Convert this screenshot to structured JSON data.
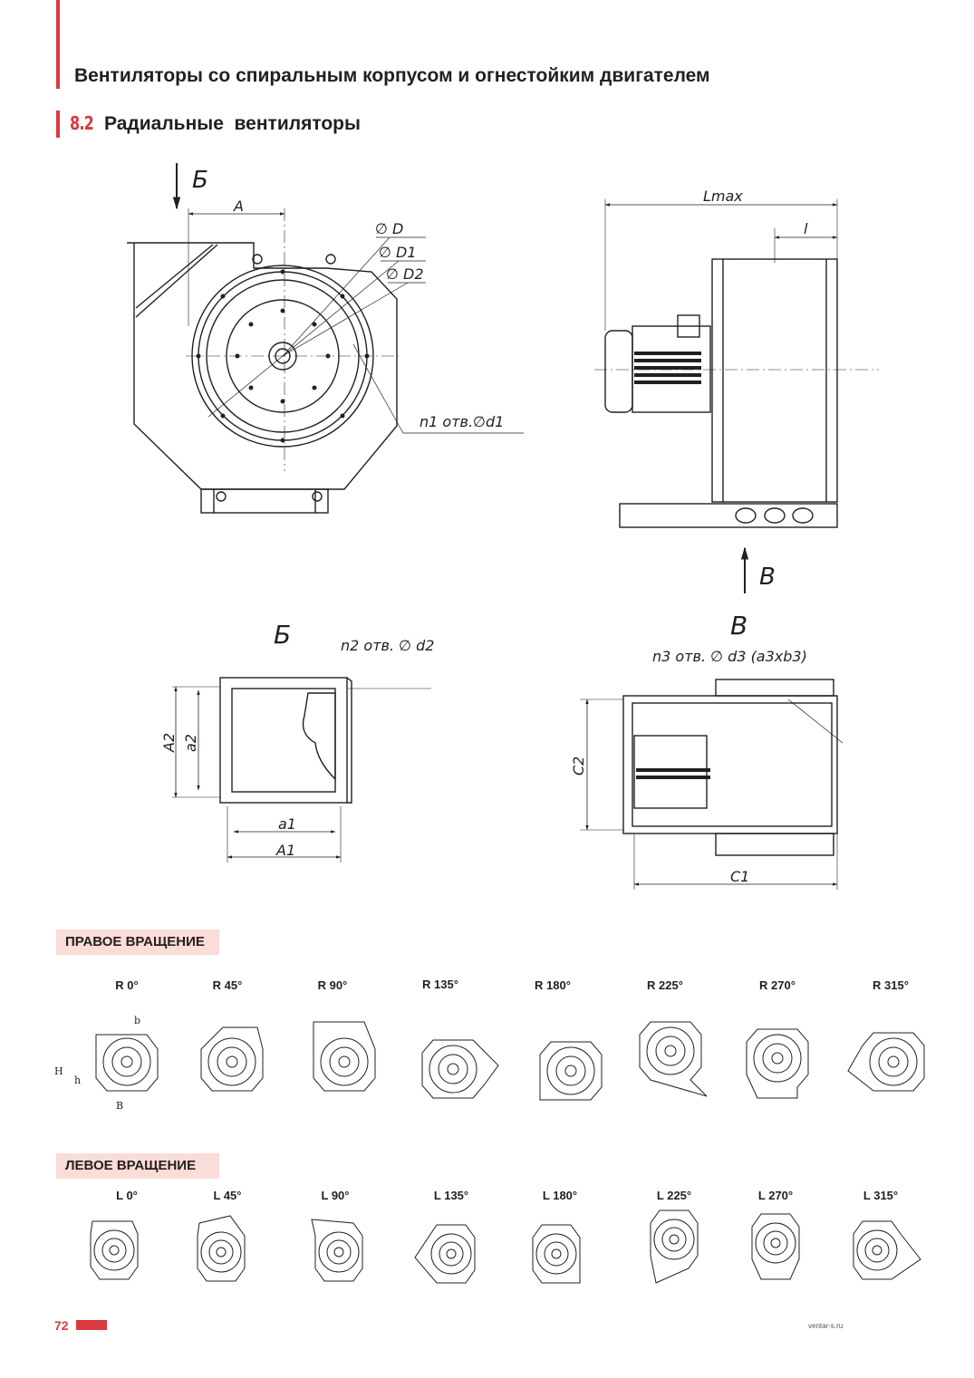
{
  "header": {
    "title": "Вентиляторы со спиральным корпусом и огнестойким двигателем",
    "section_number": "8.2",
    "section_title": "Радиальные  вентиляторы"
  },
  "drawing_labels": {
    "view_b_arrow": "Б",
    "dim_A": "A",
    "dim_D": "∅ D",
    "dim_D1": "∅ D1",
    "dim_D2": "∅ D2",
    "holes_n1": "n1 отв.∅d1",
    "dim_Lmax": "Lmax",
    "dim_l": "l",
    "view_v_arrow": "В",
    "view_b_title": "Б",
    "holes_n2": "n2 отв. ∅ d2",
    "dim_A2": "A2",
    "dim_a2": "a2",
    "dim_a1": "a1",
    "dim_A1": "A1",
    "view_v_title": "В",
    "holes_n3": "n3 отв. ∅ d3 (a3xb3)",
    "dim_C2": "C2",
    "dim_C1": "C1"
  },
  "right_rotation": {
    "title": "ПРАВОЕ ВРАЩЕНИЕ",
    "labels": [
      "R 0°",
      "R 45°",
      "R 90°",
      "R 135°",
      "R 180°",
      "R 225°",
      "R 270°",
      "R 315°"
    ],
    "dim_H": "H",
    "dim_h": "h",
    "dim_b": "b",
    "dim_B": "B"
  },
  "left_rotation": {
    "title": "ЛЕВОЕ ВРАЩЕНИЕ",
    "labels": [
      "L 0°",
      "L 45°",
      "L 90°",
      "L 135°",
      "L 180°",
      "L 225°",
      "L 270°",
      "L 315°"
    ]
  },
  "footer": {
    "page_number": "72",
    "website": "ventar-s.ru"
  },
  "colors": {
    "accent": "#d9393f",
    "banner_bg": "#fadcd9",
    "line": "#231f20"
  }
}
